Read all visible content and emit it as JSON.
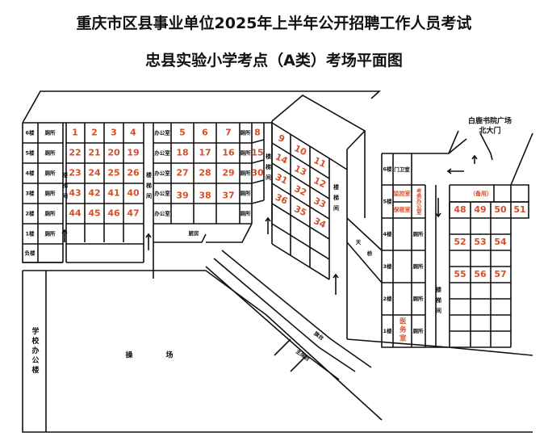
{
  "title": "重庆市区县事业单位2025年上半年公开招聘工作人员考试",
  "subtitle": "忠县实验小学考点（A类）考场平面图",
  "floors": [
    "6楼",
    "5楼",
    "4楼",
    "3楼",
    "2楼",
    "1楼",
    "负楼"
  ],
  "toilet": "厕所",
  "office": "办公室",
  "stairwell": "楼梯间",
  "kitchen": "厨房",
  "left_rooms": [
    [
      "1",
      "2",
      "3",
      "4"
    ],
    [
      "22",
      "21",
      "20",
      "19"
    ],
    [
      "23",
      "24",
      "25",
      "26"
    ],
    [
      "43",
      "42",
      "41",
      "40"
    ],
    [
      "44",
      "45",
      "46",
      "47"
    ]
  ],
  "mid_rooms": [
    [
      "5",
      "6",
      "7"
    ],
    [
      "18",
      "17",
      "16"
    ],
    [
      "27",
      "28",
      "29"
    ],
    [
      "39",
      "38",
      "37"
    ]
  ],
  "side_rooms": [
    "8",
    "15",
    "30"
  ],
  "slant_rooms": [
    [
      "9",
      "10",
      "11"
    ],
    [
      "14",
      "13",
      "12"
    ],
    [
      "31",
      "32",
      "33"
    ],
    [
      "36",
      "35",
      "34"
    ]
  ],
  "right_building": {
    "floors": [
      "6楼",
      "5楼",
      "4楼",
      "3楼",
      "2楼",
      "1楼"
    ],
    "guard_room": "门卫室",
    "monitor_room": "监控室",
    "secret_room": "保密室",
    "exam_office": "考务办公室",
    "medical_room": "医务室",
    "reserve": "（备用）",
    "rooms": [
      [
        "48",
        "49",
        "50",
        "51"
      ],
      [
        "52",
        "53",
        "54"
      ],
      [
        "55",
        "56",
        "57"
      ]
    ]
  },
  "bridge": "天桥",
  "north_gate": [
    "白鹿书院广场",
    "北大门"
  ],
  "school_office": "学校办公楼",
  "playground": "操场",
  "flag_platform": "旗台",
  "rostrum": "主席台"
}
